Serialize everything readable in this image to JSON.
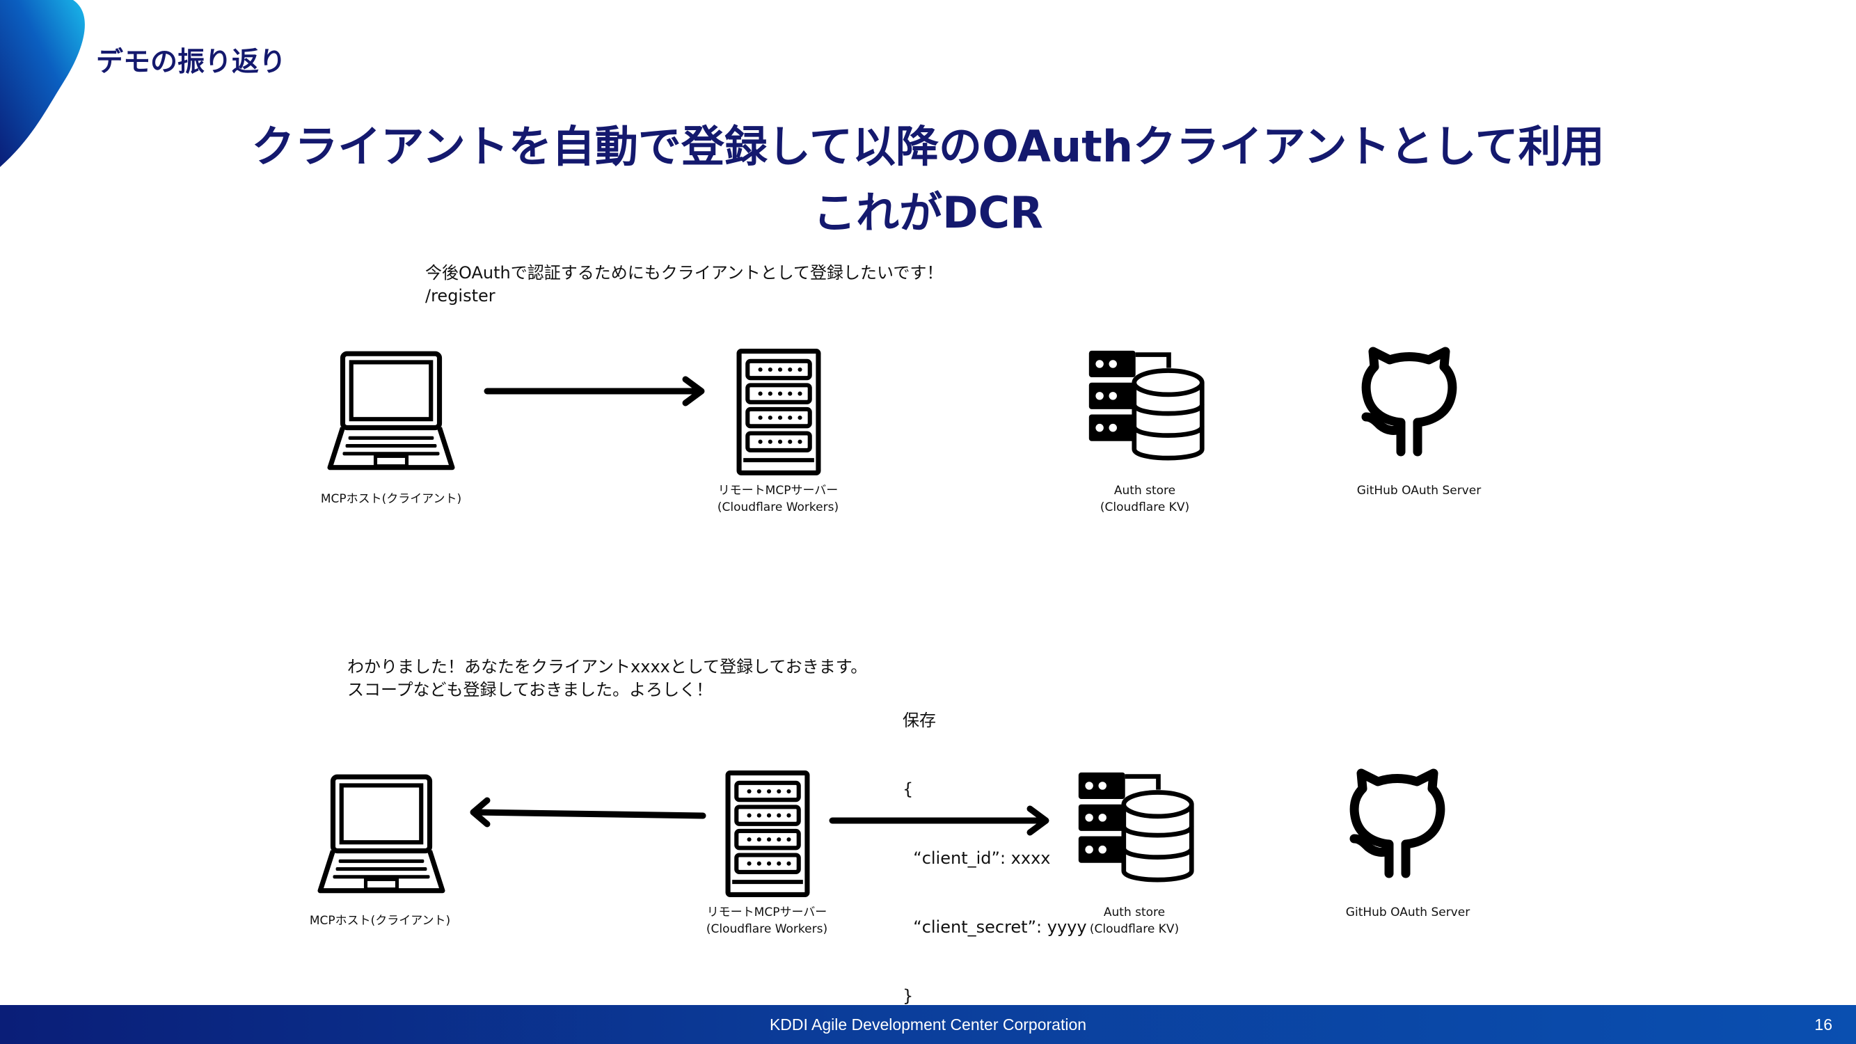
{
  "header": {
    "section_title": "デモの振り返り",
    "headline_line1": "クライアントを自動で登録して以降のOAuthクライアントとして利用",
    "headline_line2": "これがDCR"
  },
  "top_flow": {
    "request_line1": "今後OAuthで認証するためにもクライアントとして登録したいです！",
    "request_line2": "/register",
    "client_label": "MCPホスト(クライアント)",
    "server_label_line1": "リモートMCPサーバー",
    "server_label_line2": "(Cloudflare Workers)",
    "store_label_line1": "Auth store",
    "store_label_line2": "(Cloudflare KV)",
    "github_label": "GitHub OAuth Server"
  },
  "bottom_flow": {
    "response_line1": "わかりました！あなたをクライアントxxxxとして登録しておきます。",
    "response_line2": "スコープなども登録しておきました。よろしく！",
    "save_line1": "保存",
    "save_line2": "{",
    "save_line3": "  “client_id”: xxxx",
    "save_line4": "  “client_secret”: yyyy",
    "save_line5": "}",
    "client_label": "MCPホスト(クライアント)",
    "server_label_line1": "リモートMCPサーバー",
    "server_label_line2": "(Cloudflare Workers)",
    "store_label_line1": "Auth store",
    "store_label_line2": "(Cloudflare KV)",
    "github_label": "GitHub OAuth Server"
  },
  "footer": {
    "company": "KDDI Agile Development Center Corporation",
    "page_number": "16"
  },
  "icons": {
    "laptop": "laptop-icon",
    "server": "server-rack-icon",
    "database": "database-icon",
    "github": "github-octocat-icon"
  },
  "colors": {
    "title": "#14196e",
    "footer": "#0b3d9a",
    "corner_dark": "#0a1e78",
    "corner_light": "#1aa0e0"
  }
}
